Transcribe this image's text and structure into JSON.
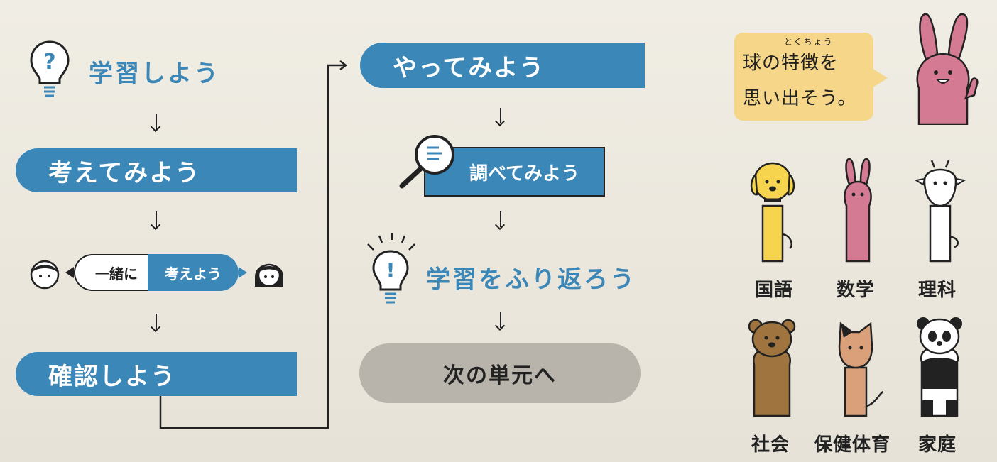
{
  "left_flow": {
    "step1": "学習しよう",
    "step2": "考えてみよう",
    "together_left": "一緒に",
    "together_right": "考えよう",
    "step4": "確認しよう"
  },
  "mid_flow": {
    "step1": "やってみよう",
    "step2": "調べてみよう",
    "step3": "学習をふり返ろう",
    "step4": "次の単元へ"
  },
  "speech": {
    "ruby": "とくちょう",
    "line1": "球の特徴を",
    "line2": "思い出そう。"
  },
  "subjects": [
    {
      "label": "国語",
      "icon": "dog-icon",
      "color": "#f6d44d"
    },
    {
      "label": "数学",
      "icon": "rabbit-icon",
      "color": "#d47a92"
    },
    {
      "label": "理科",
      "icon": "goat-icon",
      "color": "#ffffff"
    },
    {
      "label": "社会",
      "icon": "bear-icon",
      "color": "#a0743f"
    },
    {
      "label": "保健体育",
      "icon": "cat-icon",
      "color": "#d9a07a"
    },
    {
      "label": "家庭",
      "icon": "panda-icon",
      "color": "#ffffff"
    }
  ]
}
